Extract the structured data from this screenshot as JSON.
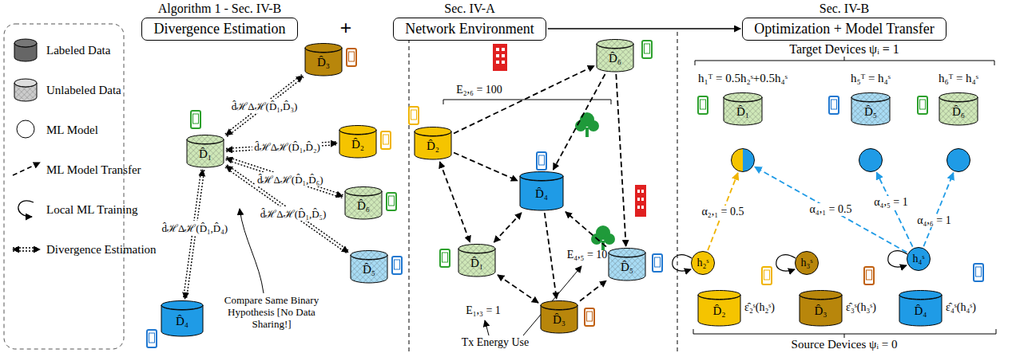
{
  "diagram": {
    "nodes": [
      {
        "text": [
          "Divergence Estimation"
        ]
      },
      {
        "text": [
          "Network Environment"
        ]
      },
      {
        "text": [
          "Optimization + Model Transfer"
        ]
      },
      {
        "text": [
          "D̂₁"
        ]
      },
      {
        "text": [
          "D̂₃"
        ]
      },
      {
        "text": [
          "D̂₂"
        ]
      },
      {
        "text": [
          "D̂₆"
        ]
      },
      {
        "text": [
          "D̂₅"
        ]
      },
      {
        "text": [
          "D̂₄"
        ]
      },
      {
        "text": [
          "D̂₆"
        ]
      },
      {
        "text": [
          "D̂₂"
        ]
      },
      {
        "text": [
          "D̂₄"
        ]
      },
      {
        "text": [
          "D̂₁"
        ]
      },
      {
        "text": [
          "D̂₅"
        ]
      },
      {
        "text": [
          "D̂₃"
        ]
      },
      {
        "text": [
          "h₁ᵀ = 0.5h₂ˢ+0.5h₄ˢ",
          "D̂₁"
        ]
      },
      {
        "text": [
          "h₅ᵀ = h₄ˢ",
          "D̂₅"
        ]
      },
      {
        "text": [
          "h₆ᵀ = h₄ˢ",
          "D̂₆"
        ]
      },
      {
        "text": [
          "h₂ˢ"
        ]
      },
      {
        "text": [
          "h₃ˢ"
        ]
      },
      {
        "text": [
          "h₄ˢ"
        ]
      },
      {
        "text": [
          "D̂₂",
          "ε̂₂ˢ(h₂ˢ)"
        ]
      },
      {
        "text": [
          "D̂₃",
          "ε̂₃ˢ(h₃ˢ)"
        ]
      },
      {
        "text": [
          "D̂₄",
          "ε̂₄ˢ(h₄ˢ)"
        ]
      }
    ],
    "edges": [
      {
        "from": 1,
        "to": 2,
        "arrow": "to"
      },
      {
        "from": 3,
        "to": 4,
        "arrow": "both",
        "label": "d̂ℋΔℋ(D̂₁,D̂₃)"
      },
      {
        "from": 3,
        "to": 5,
        "arrow": "both",
        "label": "d̂ℋΔℋ(D̂₁,D̂₂)"
      },
      {
        "from": 3,
        "to": 6,
        "arrow": "both",
        "label": "d̂ℋΔℋ(D̂₁,D̂₆)"
      },
      {
        "from": 3,
        "to": 7,
        "arrow": "both",
        "label": "d̂ℋΔℋ(D̂₁,D̂₅)"
      },
      {
        "from": 3,
        "to": 8,
        "arrow": "both",
        "label": "d̂ℋΔℋ(D̂₁,D̂₄)"
      },
      {
        "from": 10,
        "to": 9,
        "arrow": "to"
      },
      {
        "from": 10,
        "to": 11,
        "arrow": "to"
      },
      {
        "from": 10,
        "to": 12,
        "arrow": "both"
      },
      {
        "from": 9,
        "to": 11,
        "arrow": "to"
      },
      {
        "from": 9,
        "to": 13,
        "arrow": "to"
      },
      {
        "from": 12,
        "to": 11,
        "arrow": "both"
      },
      {
        "from": 11,
        "to": 14,
        "arrow": "to"
      },
      {
        "from": 13,
        "to": 11,
        "arrow": "to"
      },
      {
        "from": 12,
        "to": 14,
        "arrow": "both"
      },
      {
        "from": 14,
        "to": 13,
        "arrow": "to"
      },
      {
        "from": 18,
        "to": 15,
        "arrow": "to",
        "label": "α₂,₁ = 0.5"
      },
      {
        "from": 20,
        "to": 15,
        "arrow": "to",
        "label": "α₄,₁ = 0.5"
      },
      {
        "from": 20,
        "to": 16,
        "arrow": "to",
        "label": "α₄,₅ = 1"
      },
      {
        "from": 20,
        "to": 17,
        "arrow": "to",
        "label": "α₄,₆ = 1"
      }
    ],
    "labels": [
      "Algorithm 1 - Sec. IV-B",
      "Sec. IV-A",
      "Sec. IV-B",
      "+",
      "Compare Same Binary Hypothesis [No Data Sharing!]",
      "E₂,₆ = 100",
      "E₁,₃ = 1",
      "E₄,₅ = 10",
      "Tx Energy Use",
      "Target Devices ψᵢ = 1",
      "Source Devices ψᵢ = 0"
    ],
    "legend": [
      {
        "text": "Labeled Data"
      },
      {
        "text": "Unlabeled Data"
      },
      {
        "text": "ML Model"
      },
      {
        "text": "ML Model Transfer"
      },
      {
        "text": "Local ML Training"
      },
      {
        "text": "Divergence Estimation"
      }
    ]
  }
}
